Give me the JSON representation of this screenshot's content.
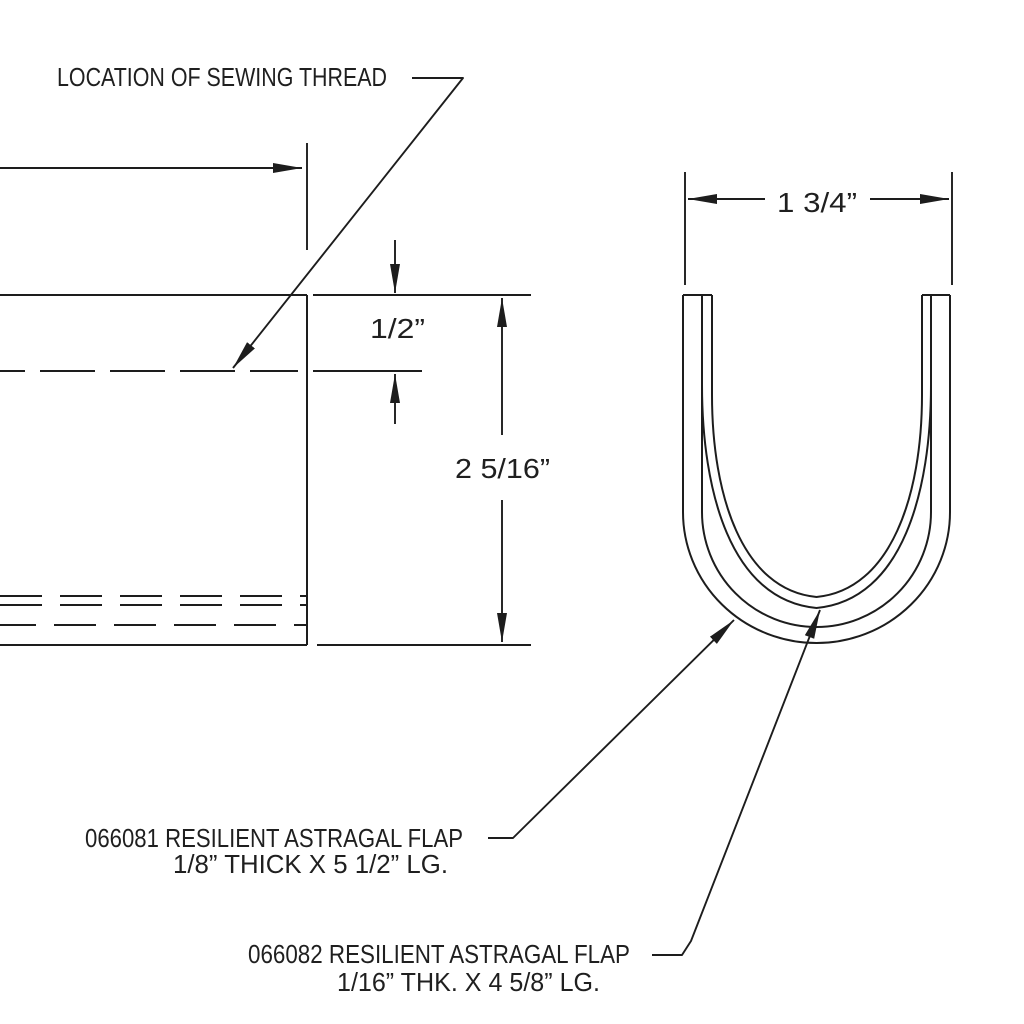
{
  "callout_sewing_thread": {
    "text": "LOCATION OF SEWING THREAD"
  },
  "dimensions": {
    "flap_offset": "1/2”",
    "section_height": "2 5/16”",
    "channel_width": "1 3/4”"
  },
  "callout_flap_066081": {
    "line1": "066081 RESILIENT ASTRAGAL FLAP",
    "line2": "1/8” THICK X 5 1/2” LG."
  },
  "callout_flap_066082": {
    "line1": "066082 RESILIENT ASTRAGAL FLAP",
    "line2": "1/16” THK. X 4 5/8” LG."
  },
  "colors": {
    "line": "#1d1d1d",
    "background": "#ffffff"
  }
}
